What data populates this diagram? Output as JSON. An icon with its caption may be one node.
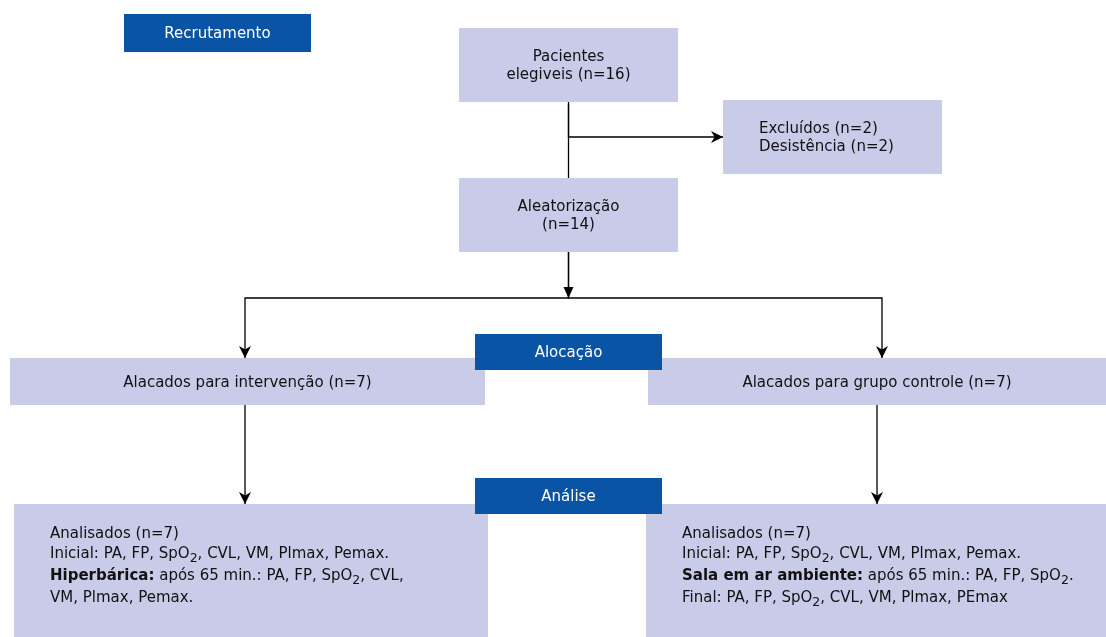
{
  "diagram": {
    "nodes": [
      {
        "text": [
          "Recrutamento"
        ]
      },
      {
        "text": [
          "Pacientes elegiveis (n=16)"
        ]
      },
      {
        "text": [
          "Excluídos (n=2)",
          "Desistência (n=2)"
        ]
      },
      {
        "text": [
          "Aleatorização (n=14)"
        ]
      },
      {
        "text": [
          "Alocação"
        ]
      },
      {
        "text": [
          "Alacados para intervenção (n=7)"
        ]
      },
      {
        "text": [
          "Alacados para grupo controle (n=7)"
        ]
      },
      {
        "text": [
          "Análise"
        ]
      },
      {
        "text": [
          "Analisados (n=7)",
          "Inicial: PA, FP, SpO$_{2}$, CVL, VM, Plmax, Pemax.",
          "**Hiperbárica:** após 65 min.: PA, FP, SpO$_{2}$, CVL, VM, Plmax, Pemax."
        ]
      },
      {
        "text": [
          "Analisados (n=7)",
          "Inicial: PA, FP, SpO$_{2}$, CVL, VM, Plmax, Pemax.",
          "**Sala em ar ambiente:** após 65 min.: PA, FP, SpO$_{2}$.",
          "Final: PA, FP, SpO$_{2}$, CVL, VM, Plmax, PEmax"
        ]
      }
    ],
    "edges": [
      {
        "from": 1,
        "to": 3,
        "arrow": "none"
      },
      {
        "from": 1,
        "to": 2,
        "arrow": "to"
      },
      {
        "from": 3,
        "to": 5,
        "arrow": "to"
      },
      {
        "from": 3,
        "to": 6,
        "arrow": "to"
      },
      {
        "from": 5,
        "to": 8,
        "arrow": "to"
      },
      {
        "from": 6,
        "to": 9,
        "arrow": "to"
      }
    ]
  }
}
